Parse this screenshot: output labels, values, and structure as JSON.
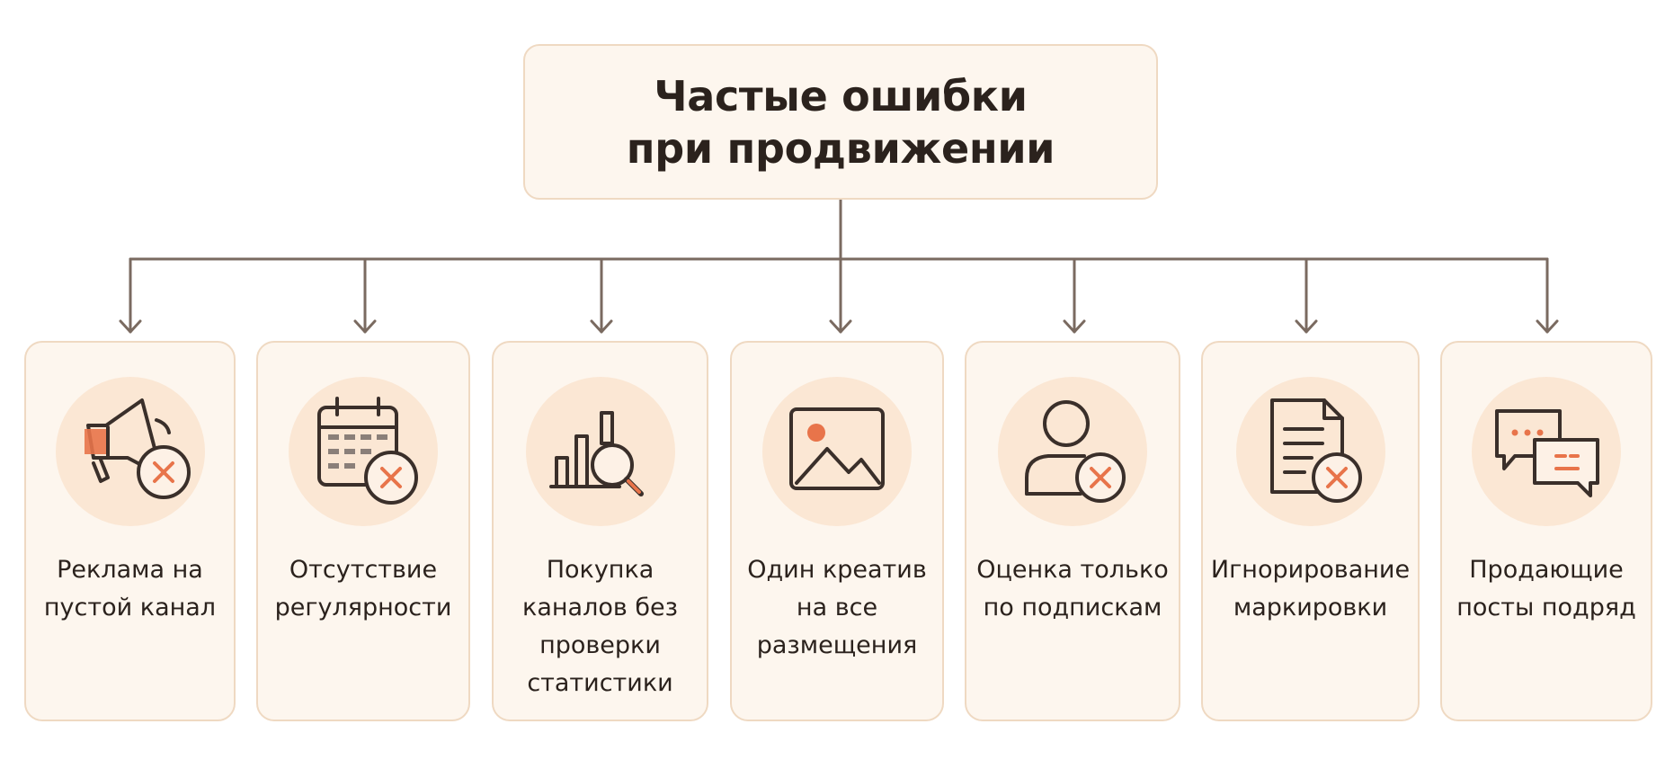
{
  "title": "Частые ошибки\nпри продвижении",
  "colors": {
    "accent": "#e8744a",
    "line": "#7a6a60",
    "card_bg": "#fdf6ee",
    "card_border": "#efd9c2",
    "icon_bg": "#fbe7d4",
    "text": "#2b221d"
  },
  "items": [
    {
      "label": "Реклама на пустой канал",
      "icon": "megaphone-x-icon"
    },
    {
      "label": "Отсутствие регулярности",
      "icon": "calendar-x-icon"
    },
    {
      "label": "Покупка каналов без проверки статистики",
      "icon": "chart-magnifier-icon"
    },
    {
      "label": "Один креатив на все размещения",
      "icon": "image-icon"
    },
    {
      "label": "Оценка только по подпискам",
      "icon": "user-x-icon"
    },
    {
      "label": "Игнорирование маркировки",
      "icon": "document-x-icon"
    },
    {
      "label": "Продающие посты подряд",
      "icon": "chat-bubbles-icon"
    }
  ]
}
